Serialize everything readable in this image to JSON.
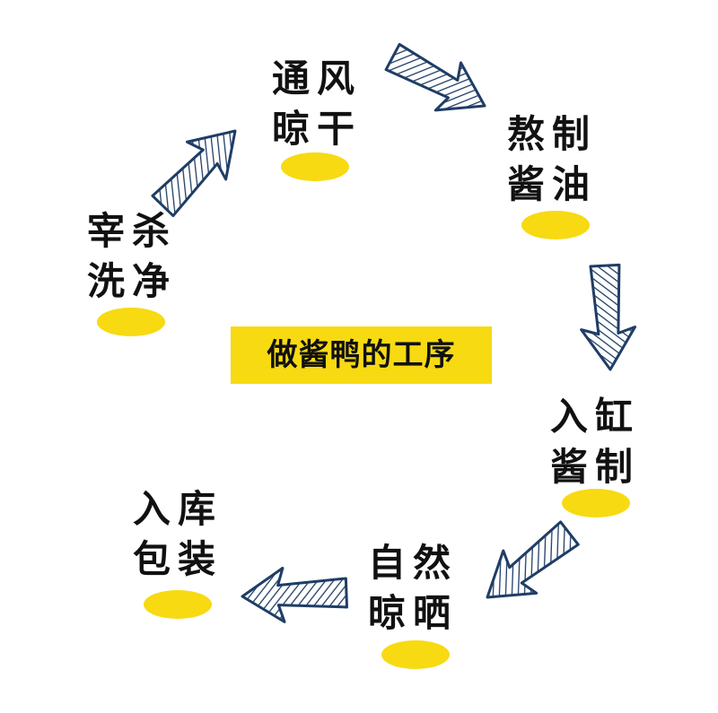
{
  "title": "做酱鸭的工序",
  "accent_color": "#f7da12",
  "arrow_color": "#1f3d66",
  "steps": [
    {
      "line1": "宰杀",
      "line2": "洗净"
    },
    {
      "line1": "通风",
      "line2": "晾干"
    },
    {
      "line1": "熬制",
      "line2": "酱油"
    },
    {
      "line1": "入缸",
      "line2": "酱制"
    },
    {
      "line1": "自然",
      "line2": "晾晒"
    },
    {
      "line1": "入库",
      "line2": "包装"
    }
  ]
}
